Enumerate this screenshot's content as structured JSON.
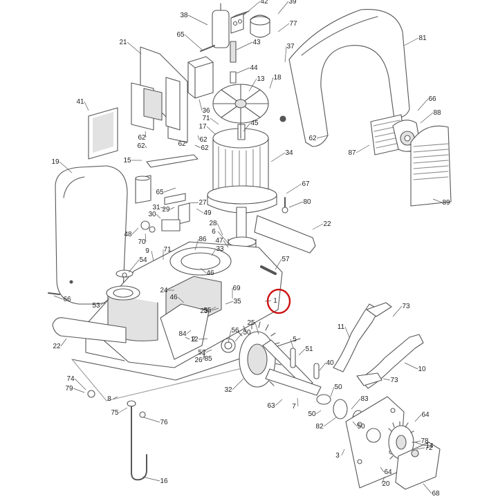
{
  "diagram": {
    "colors": {
      "line": "#555555",
      "fill": "#ffffff",
      "shade": "#e2e2e2",
      "highlight": "#cc1111"
    },
    "highlighted_callout": "1",
    "callouts": [
      "1",
      "2",
      "3",
      "5",
      "6",
      "7",
      "8",
      "9",
      "10",
      "11",
      "12",
      "13",
      "14",
      "15",
      "16",
      "17",
      "18",
      "19",
      "20",
      "21",
      "22",
      "22",
      "23",
      "24",
      "25",
      "26",
      "27",
      "28",
      "29",
      "30",
      "31",
      "32",
      "33",
      "34",
      "35",
      "36",
      "37",
      "38",
      "39",
      "40",
      "41",
      "42",
      "43",
      "44",
      "45",
      "46",
      "46",
      "47",
      "48",
      "49",
      "50",
      "50",
      "50",
      "50",
      "51",
      "52",
      "53",
      "54",
      "55",
      "56",
      "57",
      "62",
      "62",
      "62",
      "62",
      "62",
      "62",
      "63",
      "64",
      "64",
      "65",
      "65",
      "66",
      "66",
      "67",
      "68",
      "69",
      "70",
      "71",
      "71",
      "72",
      "73",
      "73",
      "74",
      "75",
      "76",
      "77",
      "78",
      "79",
      "80",
      "81",
      "82",
      "83",
      "84",
      "85",
      "86",
      "87",
      "88",
      "89"
    ]
  }
}
